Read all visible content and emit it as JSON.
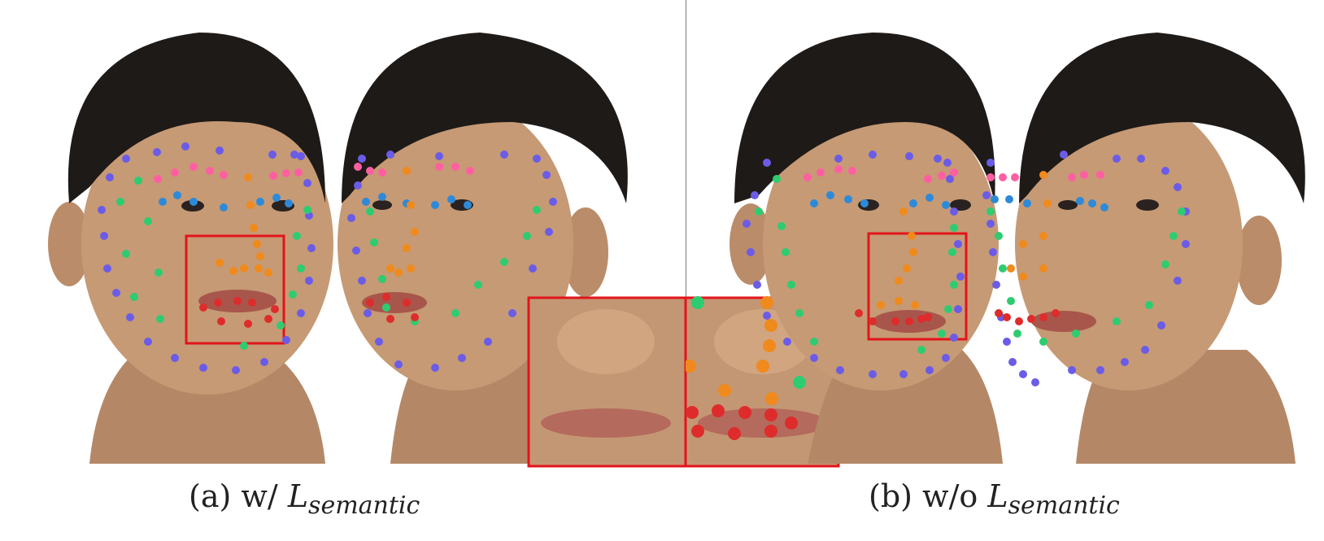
{
  "figure": {
    "caption_a": {
      "label": "(a) w/",
      "math_main": "L",
      "math_sub": "semantic"
    },
    "caption_b": {
      "label": "(b) w/o",
      "math_main": "L",
      "math_sub": "semantic"
    }
  },
  "colors": {
    "background": "#ffffff",
    "zoom_box": "#e3141b",
    "landmark_contour": "#6b5ce7",
    "landmark_jaw_inner": "#2ecc71",
    "landmark_eyebrow": "#ff5fa2",
    "landmark_eye": "#2e8ad8",
    "landmark_nose": "#f08a1c",
    "landmark_mouth": "#de2c2c",
    "skin": "#c79a74",
    "hair": "#1e1a18"
  }
}
